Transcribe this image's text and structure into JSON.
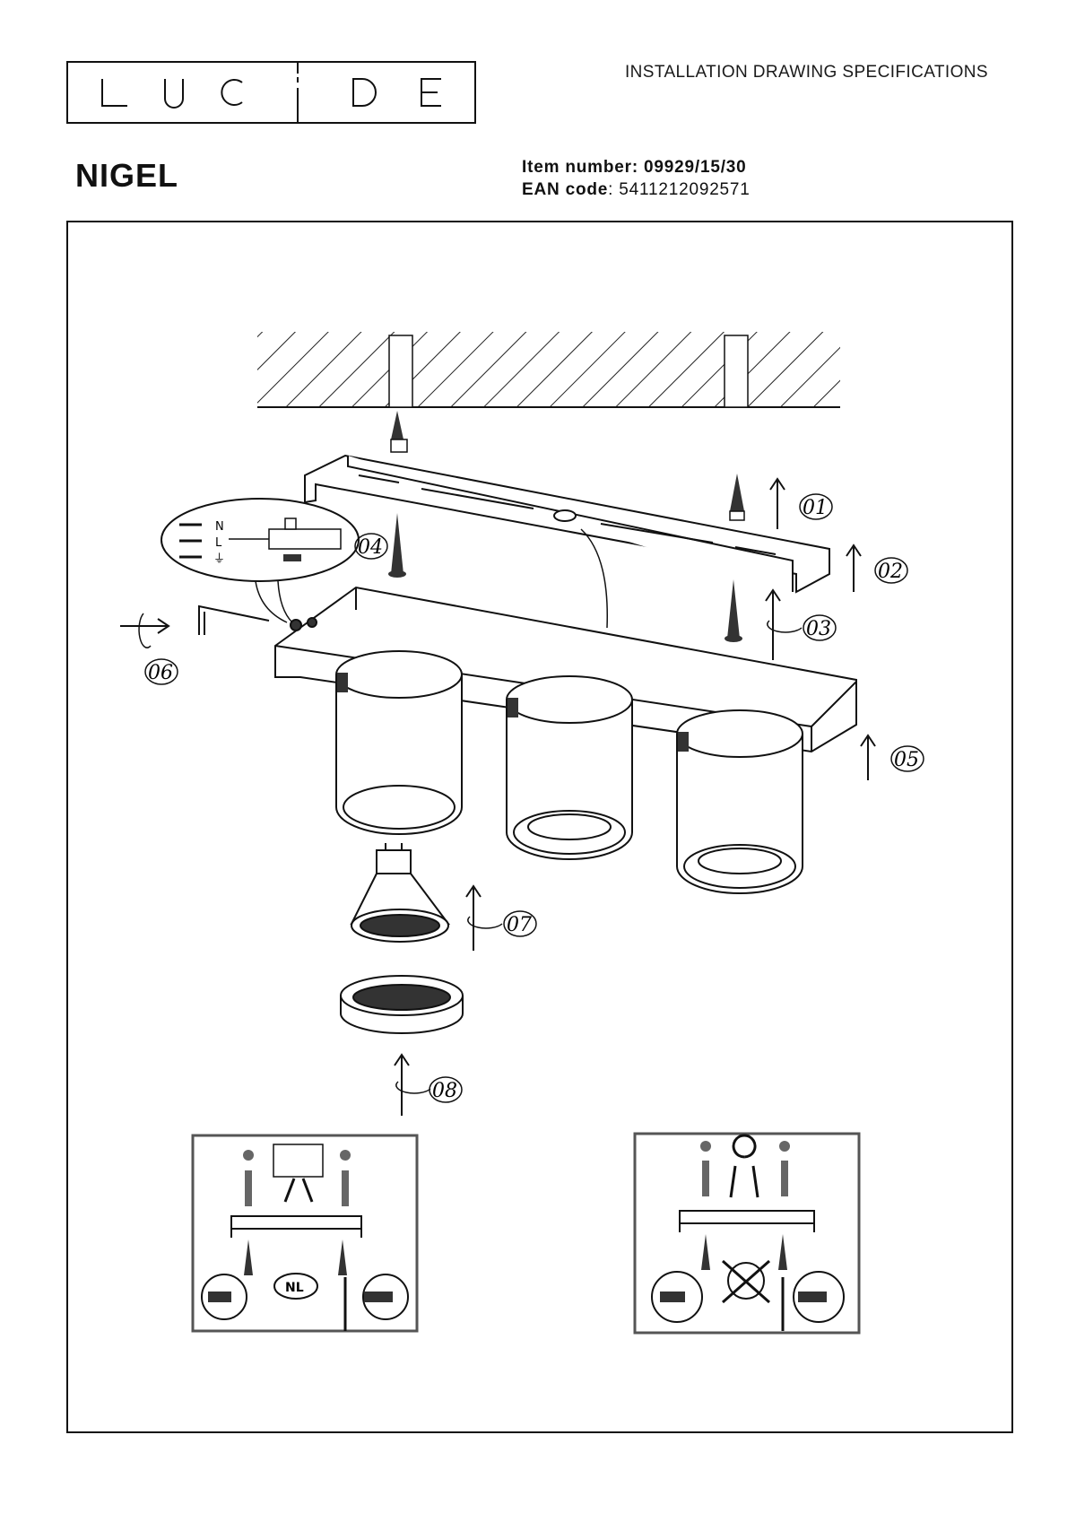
{
  "brand": {
    "logo_text": "LUCIDE"
  },
  "header": {
    "title": "INSTALLATION DRAWING SPECIFICATIONS"
  },
  "product": {
    "name": "NIGEL",
    "item_label": "Item number:",
    "item_value": "09929/15/30",
    "ean_label": "EAN code",
    "ean_value": ": 5411212092571"
  },
  "steps": [
    "01",
    "02",
    "03",
    "04",
    "05",
    "06",
    "07",
    "08"
  ],
  "wiring_labels": {
    "neutral": "N",
    "live": "L",
    "earth": "⏚"
  },
  "inset": {
    "badge": "NL"
  }
}
